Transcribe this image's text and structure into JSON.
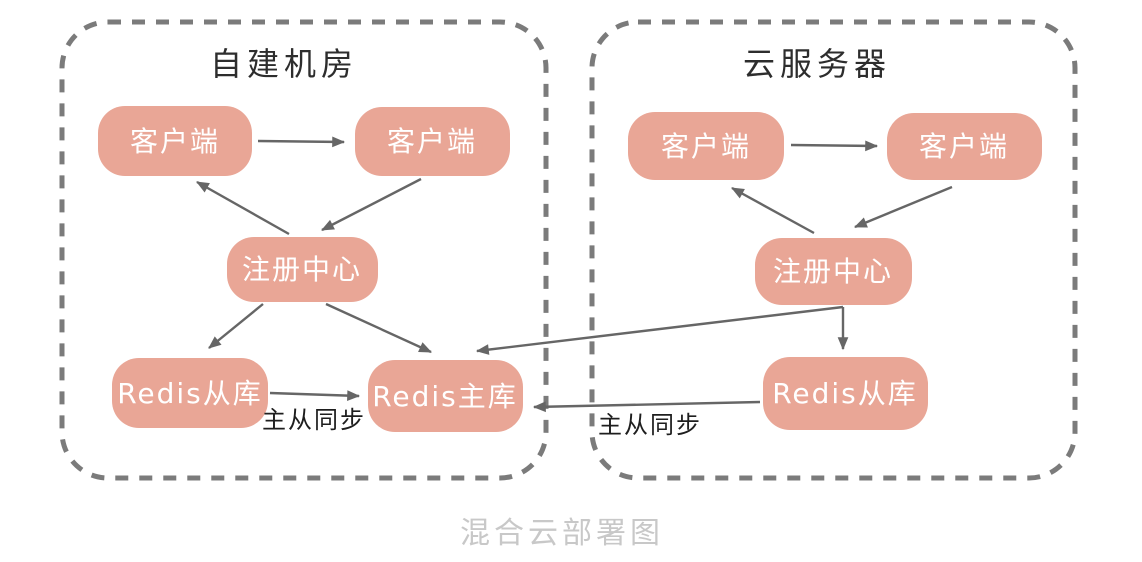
{
  "caption": "混合云部署图",
  "colors": {
    "node_fill": "#e9a696",
    "node_text": "#ffffff",
    "arrow": "#666666",
    "container_border": "#7b7b7b",
    "title_text": "#2d2d2d",
    "sync_text": "#1e1e1e",
    "caption_text": "#c8c8c8"
  },
  "groups": {
    "onprem": {
      "title": "自建机房",
      "client1": "客户端",
      "client2": "客户端",
      "registry": "注册中心",
      "redis_slave": "Redis从库",
      "redis_master": "Redis主库",
      "sync_label": "主从同步"
    },
    "cloud": {
      "title": "云服务器",
      "client1": "客户端",
      "client2": "客户端",
      "registry": "注册中心",
      "redis_slave": "Redis从库",
      "sync_label": "主从同步"
    }
  }
}
